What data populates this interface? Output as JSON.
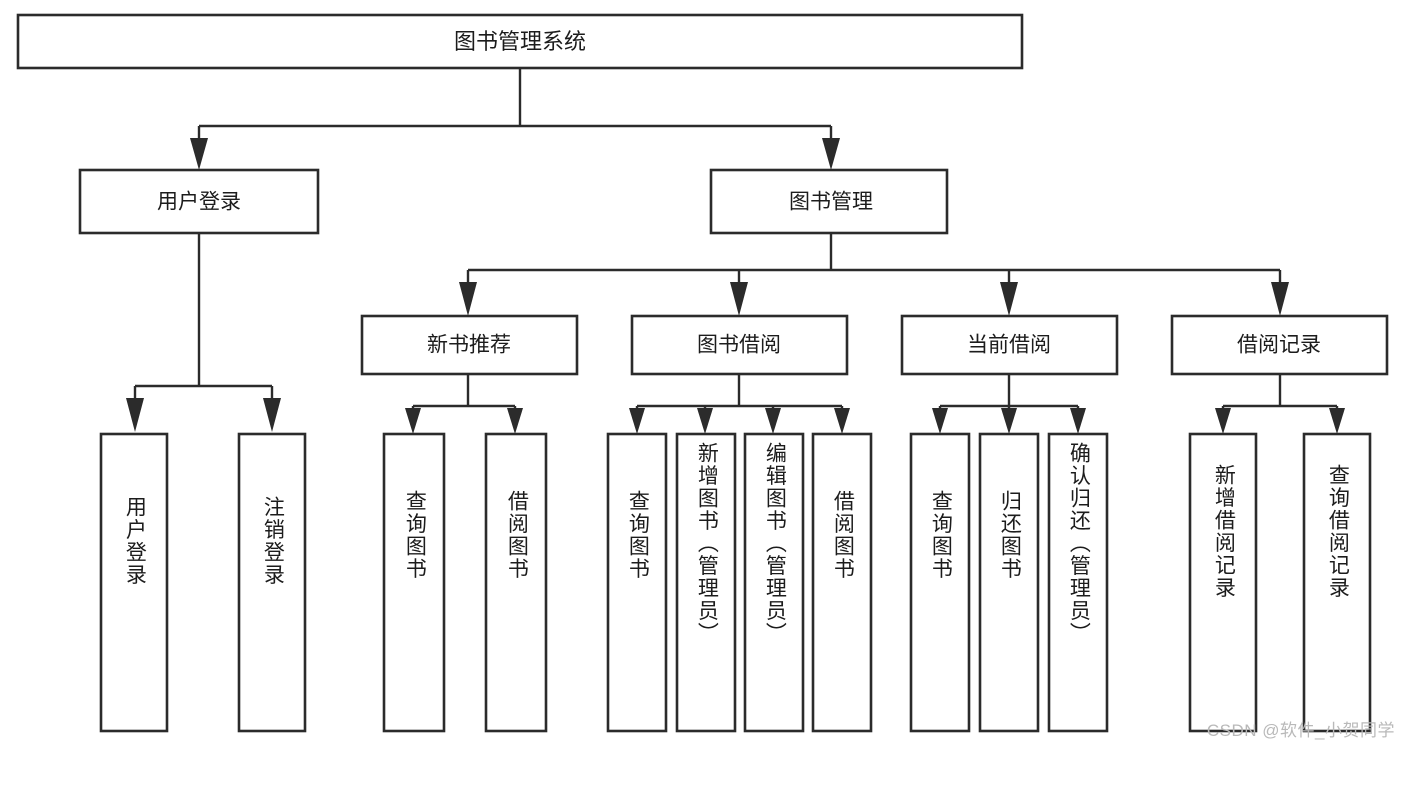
{
  "diagram": {
    "type": "tree-hierarchy",
    "title": "图书管理系统",
    "background_color": "#ffffff",
    "line_color": "#2b2b2b",
    "text_color": "#1c1c1c",
    "root": {
      "label": "图书管理系统"
    },
    "level2": [
      {
        "label": "用户登录"
      },
      {
        "label": "图书管理"
      }
    ],
    "level3": [
      {
        "label": "新书推荐"
      },
      {
        "label": "图书借阅"
      },
      {
        "label": "当前借阅"
      },
      {
        "label": "借阅记录"
      }
    ],
    "leaves": {
      "user_login": [
        {
          "label": "用户登录"
        },
        {
          "label": "注销登录"
        }
      ],
      "new_book_recommend": [
        {
          "label": "查询图书"
        },
        {
          "label": "借阅图书"
        }
      ],
      "book_borrow": [
        {
          "label": "查询图书"
        },
        {
          "label": "新增图书（管理员）"
        },
        {
          "label": "编辑图书（管理员）"
        },
        {
          "label": "借阅图书"
        }
      ],
      "current_borrow": [
        {
          "label": "查询图书"
        },
        {
          "label": "归还图书"
        },
        {
          "label": "确认归还（管理员）"
        }
      ],
      "borrow_record": [
        {
          "label": "新增借阅记录"
        },
        {
          "label": "查询借阅记录"
        }
      ]
    }
  },
  "watermark": {
    "text": "CSDN @软件_小贺同学"
  }
}
